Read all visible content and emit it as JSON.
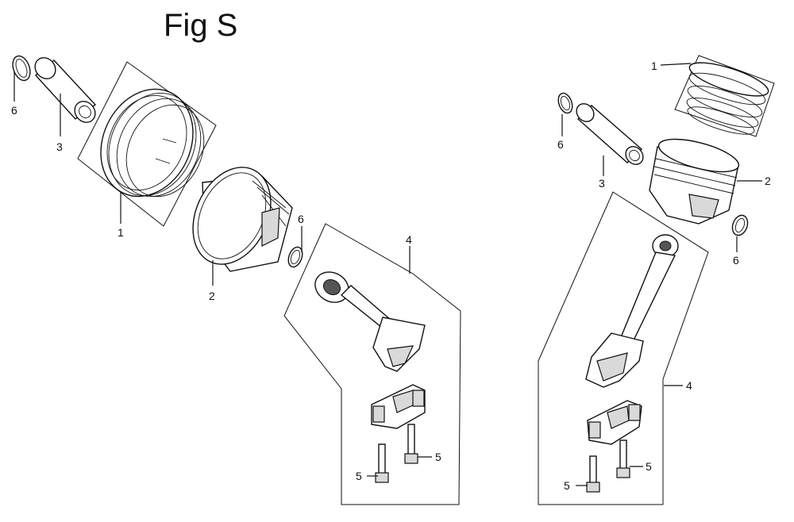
{
  "figure": {
    "title": "Fig S"
  },
  "callouts": {
    "l_ring_set": "1",
    "l_piston": "2",
    "l_pin": "3",
    "l_rod": "4",
    "l_bolt_a": "5",
    "l_bolt_b": "5",
    "l_clip_a": "6",
    "l_clip_b": "6",
    "r_ring_set": "1",
    "r_piston": "2",
    "r_pin": "3",
    "r_rod": "4",
    "r_bolt_a": "5",
    "r_bolt_b": "5",
    "r_clip_a": "6",
    "r_clip_b": "6"
  }
}
